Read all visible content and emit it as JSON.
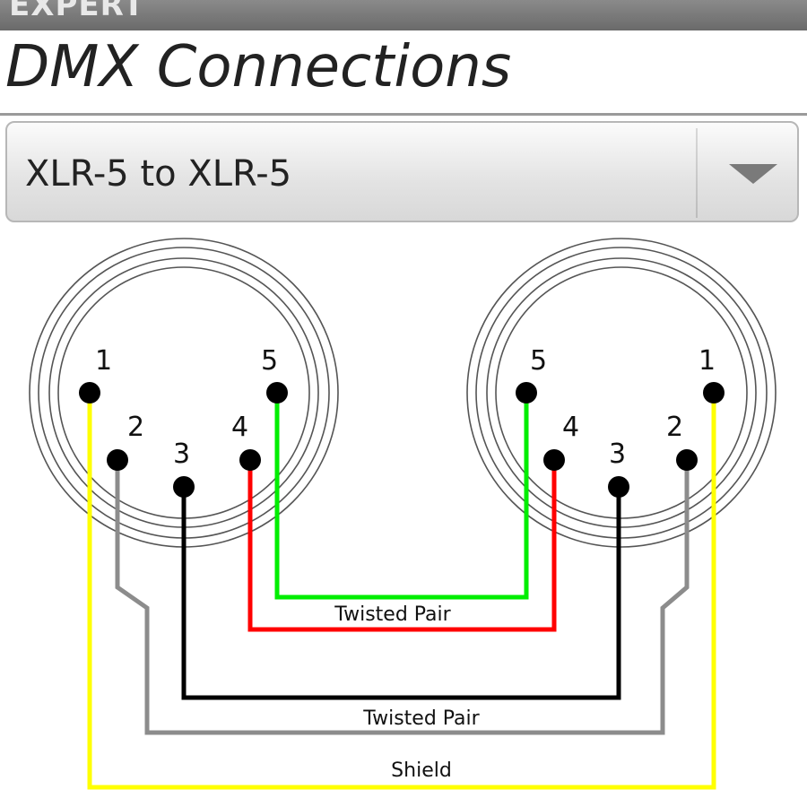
{
  "header": {
    "app_title": "EXPERT"
  },
  "page": {
    "title": "DMX Connections"
  },
  "spinner": {
    "selected": "XLR-5 to XLR-5"
  },
  "connectors": {
    "left": {
      "pins": [
        "1",
        "2",
        "3",
        "4",
        "5"
      ]
    },
    "right": {
      "pins": [
        "5",
        "4",
        "3",
        "2",
        "1"
      ]
    }
  },
  "wires": {
    "colors": {
      "yellow": "#ffff00",
      "gray": "#8c8c8c",
      "black": "#000000",
      "red": "#ff0000",
      "green": "#00ee00"
    },
    "labels": {
      "twisted_pair_top": "Twisted Pair",
      "twisted_pair_bottom": "Twisted Pair",
      "shield": "Shield"
    }
  }
}
